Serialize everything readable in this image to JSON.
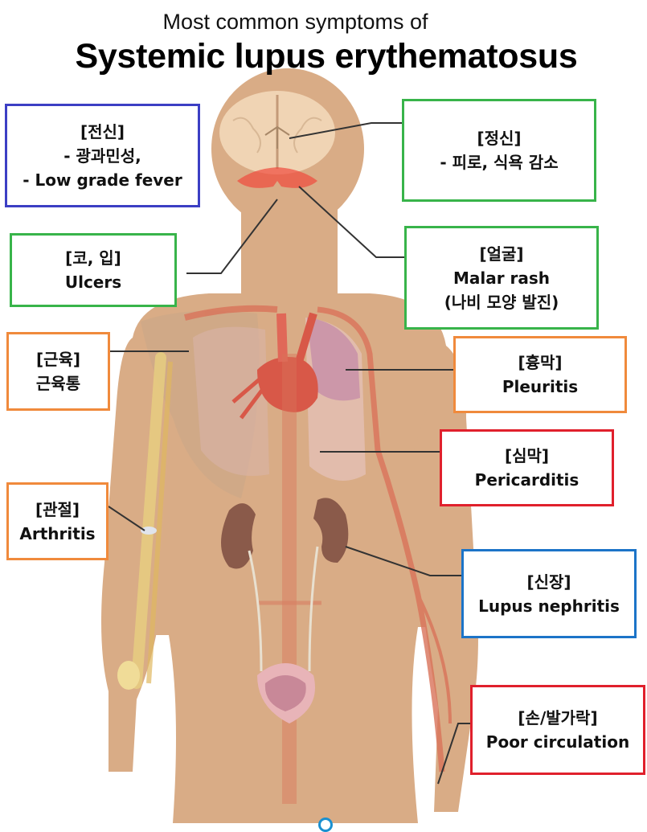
{
  "title": {
    "subtitle": "Most common symptoms of",
    "main": "Systemic lupus erythematosus"
  },
  "colors": {
    "skin": "#d9ac86",
    "blue_box": "#3c3fc4",
    "green_box": "#38b44a",
    "orange_box": "#f08a3c",
    "red_box": "#e0202c",
    "azure_box": "#1c74c8",
    "rash": "#f04a3c",
    "kidney": "#8a5a4a",
    "artery": "#d9735a",
    "lung": "#c890a8"
  },
  "labels": {
    "systemic": {
      "heading": "[전신]",
      "line1": "- 광과민성,",
      "line2": "- Low grade fever",
      "border": "blue"
    },
    "mental": {
      "heading": "[정신]",
      "line1": "- 피로, 식욕 감소",
      "border": "green"
    },
    "nose_mouth": {
      "heading": "[코, 입]",
      "line1": "Ulcers",
      "border": "green"
    },
    "face": {
      "heading": "[얼굴]",
      "line1": "Malar rash",
      "line2": "(나비 모양 발진)",
      "border": "green"
    },
    "muscle": {
      "heading": "[근육]",
      "line1": "근육통",
      "border": "orange"
    },
    "pleura": {
      "heading": "[흉막]",
      "line1": "Pleuritis",
      "border": "orange"
    },
    "pericardium": {
      "heading": "[심막]",
      "line1": "Pericarditis",
      "border": "red"
    },
    "joint": {
      "heading": "[관절]",
      "line1": "Arthritis",
      "border": "orange"
    },
    "kidney": {
      "heading": "[신장]",
      "line1": "Lupus nephritis",
      "border": "azure"
    },
    "hands_toes": {
      "heading": "[손/발가락]",
      "line1": "Poor circulation",
      "border": "red"
    }
  },
  "figure": {
    "icons": [
      "brain-icon",
      "malar-rash-icon",
      "heart-icon",
      "lung-icon",
      "kidney-icon",
      "bladder-icon",
      "arm-bone-icon",
      "artery-icon"
    ]
  }
}
